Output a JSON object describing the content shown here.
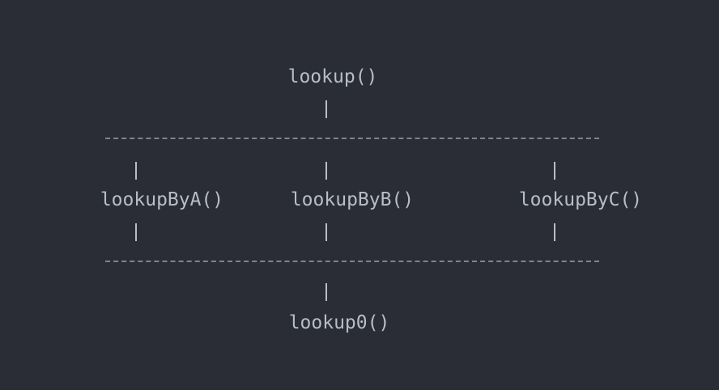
{
  "diagram": {
    "top": {
      "label": "lookup()"
    },
    "branches": [
      {
        "label": "lookupByA()"
      },
      {
        "label": "lookupByB()"
      },
      {
        "label": "lookupByC()"
      }
    ],
    "bottom": {
      "label": "lookup0()"
    }
  },
  "colors": {
    "background": "#2a2d35",
    "text": "#b8bdc8",
    "dash": "#7e838f"
  }
}
